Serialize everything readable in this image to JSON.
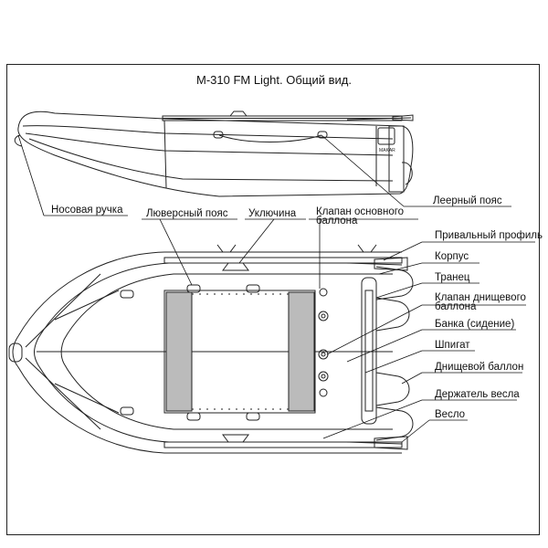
{
  "title": "M-310 FM Light. Общий вид.",
  "badge_text": "MAKAR",
  "labels": {
    "bow_handle": "Носовая ручка",
    "lifeline": "Леерный пояс",
    "grommet_belt": "Люверсный пояс",
    "oarlock": "Уключина",
    "main_valve": "Клапан основного баллона",
    "rub_strake": "Привальный профиль",
    "hull": "Корпус",
    "transom": "Транец",
    "keel_valve": "Клапан днищевого баллона",
    "bench": "Банка (сидение)",
    "cleat": "Шпигат",
    "keel_tube": "Днищевой баллон",
    "oar_holder": "Держатель весла",
    "oar": "Весло"
  }
}
